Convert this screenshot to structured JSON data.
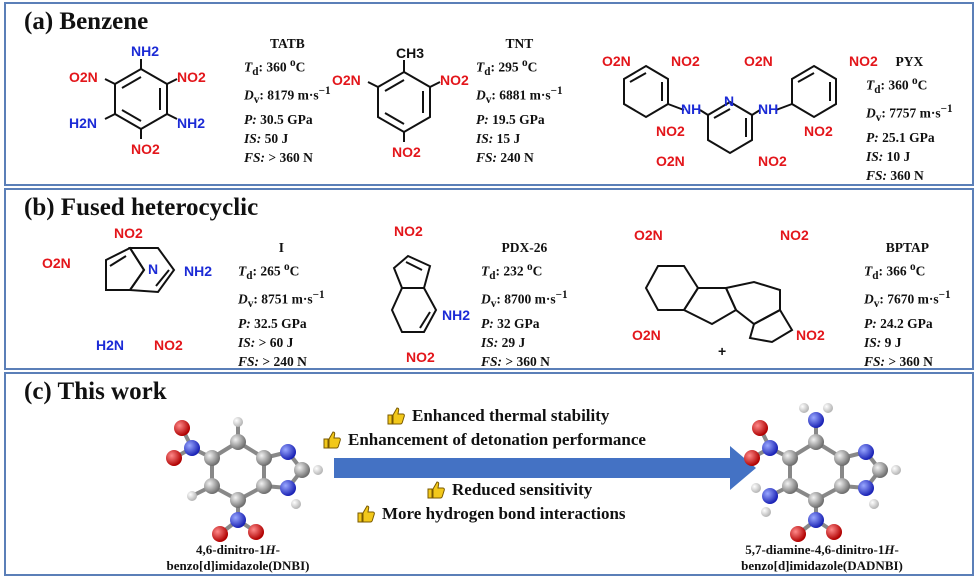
{
  "panels": {
    "a": {
      "title": "(a) Benzene",
      "compounds": [
        {
          "name": "TATB",
          "td": "360",
          "dv": "8179",
          "p": "30.5 GPa",
          "is": "50 J",
          "fs": "> 360 N"
        },
        {
          "name": "TNT",
          "td": "295",
          "dv": "6881",
          "p": "19.5 GPa",
          "is": "15 J",
          "fs": "240 N"
        },
        {
          "name": "PYX",
          "td": "360",
          "dv": "7757",
          "p": "25.1 GPa",
          "is": "10 J",
          "fs": "360 N"
        }
      ]
    },
    "b": {
      "title": "(b) Fused heterocyclic",
      "compounds": [
        {
          "name": "I",
          "td": "265",
          "dv": "8751",
          "p": "32.5 GPa",
          "is": "> 60 J",
          "fs": "> 240 N"
        },
        {
          "name": "PDX-26",
          "td": "232",
          "dv": "8700",
          "p": "32 GPa",
          "is": "29 J",
          "fs": "> 360 N"
        },
        {
          "name": "BPTAP",
          "td": "366",
          "dv": "7670",
          "p": "24.2 GPa",
          "is": "9 J",
          "fs": "> 360 N"
        }
      ]
    },
    "c": {
      "title": "(c) This work",
      "advantages": [
        "Enhanced thermal stability",
        "Enhancement of detonation performance",
        "Reduced sensitivity",
        "More hydrogen bond interactions"
      ],
      "start_caption": {
        "pre": "4,6-dinitro-1",
        "italic": "H",
        "post": "-",
        "line2": "benzo[d]imidazole(DNBI)"
      },
      "end_caption": {
        "pre": "5,7-diamine-4,6-dinitro-1",
        "italic": "H",
        "post": "-",
        "line2": "benzo[d]imidazole(DADNBI)"
      }
    }
  },
  "labels": {
    "td": "T",
    "td_sub": "d",
    "dv": "D",
    "dv_sub": "v",
    "p": "P:",
    "is": "IS:",
    "fs": "FS:",
    "deg": "o",
    "celsius": "C",
    "vel_unit": "m·s",
    "vel_exp": "−1"
  },
  "atoms": {
    "no2": "NO2",
    "o2n": "O2N",
    "nh2": "NH2",
    "h2n": "H2N",
    "ch3": "CH3",
    "nh": "NH",
    "n": "N",
    "plus": "+"
  },
  "colors": {
    "panel_border": "#5b7fb8",
    "nitro": "#e3161b",
    "amine": "#1c2bd6",
    "arrow": "#4472c4",
    "thumb": "#f2c81a"
  }
}
